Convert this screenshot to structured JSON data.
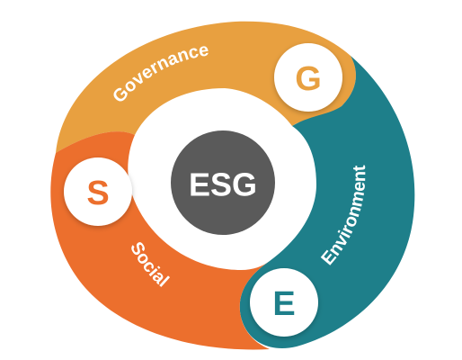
{
  "center": {
    "label": "ESG",
    "color": "#5a5a5a"
  },
  "segments": [
    {
      "key": "governance",
      "label": "Governance",
      "letter": "G",
      "color": "#e8a040",
      "letter_color": "#e8a040"
    },
    {
      "key": "environment",
      "label": "Environment",
      "letter": "E",
      "color": "#1e7f8a",
      "letter_color": "#1e7f8a"
    },
    {
      "key": "social",
      "label": "Social",
      "letter": "S",
      "color": "#ec6f2d",
      "letter_color": "#ec6f2d"
    }
  ]
}
